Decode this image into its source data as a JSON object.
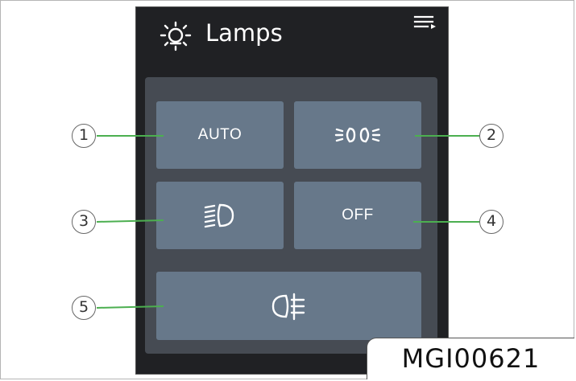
{
  "header": {
    "title": "Lamps",
    "title_icon": "exterior-lamp-icon",
    "menu_icon": "menu-icon"
  },
  "buttons": {
    "auto_label": "AUTO",
    "side_icon": "side-lamps-icon",
    "low_beam_icon": "low-beam-headlamp-icon",
    "off_label": "OFF",
    "fog_icon": "rear-fog-lamp-icon"
  },
  "callouts": [
    "1",
    "2",
    "3",
    "4",
    "5"
  ],
  "reference_code": "MGI00621",
  "colors": {
    "screen_bg": "#202124",
    "panel_bg": "#464b53",
    "button_bg": "#67788a",
    "leader_line": "#4caf50",
    "text": "#ffffff"
  }
}
